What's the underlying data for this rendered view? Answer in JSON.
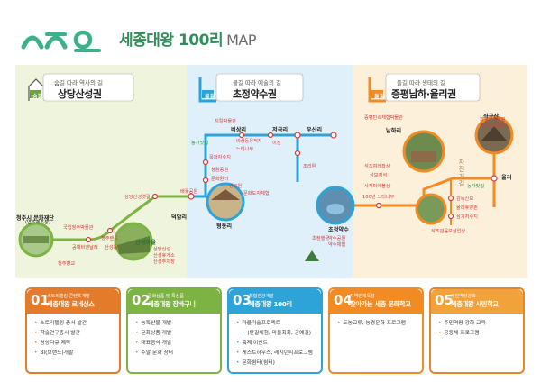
{
  "header": {
    "title": "세종대왕 100리",
    "map_word": "MAP"
  },
  "colors": {
    "brand_green": "#2f8f5b",
    "zone1": "#eef5dc",
    "zone2": "#dff0fa",
    "zone3": "#fdf0db",
    "route_green": "#7cb342",
    "route_blue": "#2ea3d8",
    "route_orange": "#f28b24",
    "label_red": "#d23b3b"
  },
  "zones": [
    {
      "tag": "숨길",
      "subtitle": "숨길 따라 역사의 길",
      "name": "상당산성권"
    },
    {
      "tag": "물길",
      "subtitle": "물길 따라 예술의 길",
      "name": "초정약수권"
    },
    {
      "tag": "들길",
      "subtitle": "들길 따라 생태의 길",
      "name": "증평남하·율리권"
    }
  ],
  "places": {
    "cheongju": "청주시 문화재단",
    "cheongju_sub": "(연초제조창)",
    "sandang": "산성마을",
    "deokgam": "덕암리",
    "hyeongdong": "형동리",
    "bisang": "비상리",
    "jeogok": "저곡리",
    "usan": "우산리",
    "chojeong": "초정약수",
    "namhari": "남하리",
    "jwagusan": "좌구산",
    "yulli": "율리",
    "jajeongeo": "자전거길"
  },
  "labels": {
    "z1": [
      "국립청주박물관",
      "공예비엔날레",
      "산성동",
      "청주랜드",
      "청주향교",
      "상당산성",
      "산성휴게소",
      "산성주차장",
      "상당산성옛길"
    ],
    "z2": [
      "지킬박물관",
      "비상동유적지",
      "느티나무",
      "이전",
      "청원공원",
      "문화원터",
      "경로원",
      "문화도자체험",
      "배꽃공원",
      "농가맛집",
      "목화자수지",
      "조리원"
    ],
    "z3": [
      "증평민속체험박물관",
      "석조여래좌상",
      "삼보지석",
      "사지미애불상",
      "100년 느티나무",
      "좌구산휴양림",
      "좌구산천문대",
      "농가맛집",
      "석조관음보살입상",
      "김득신묘",
      "율리휴양촌",
      "삼기저수지",
      "초정행궁",
      "약수공원",
      "약수체험"
    ]
  },
  "programs": [
    {
      "num": "01",
      "sub": "스토리텔링 콘텐츠개발",
      "title": "세종대왕 르네상스",
      "items": [
        "스토리텔링 총서 발간",
        "학술연구총서 발간",
        "영상다큐 제작",
        "BI(브랜드)개발"
      ]
    },
    {
      "num": "02",
      "sub": "문화상품 및 특산품",
      "title": "세종대왕 장바구니",
      "items": [
        "농특산물 개발",
        "문화상품 개발",
        "대표음식 개발",
        "주말 문화 장터"
      ]
    },
    {
      "num": "03",
      "sub": "체험관광개발",
      "title": "세종대왕 100리",
      "items": [
        "마을미술프로젝트",
        "(탄길체험, 마을회화, 공예길)",
        "축제 이벤트",
        "게스트하우스, 레지던시프로그램",
        "문화쉼터(쉼터)"
      ]
    },
    {
      "num": "04",
      "sub": "지역인재육성",
      "title": "찾아가는 세종 문화학교",
      "items": [
        "도농교류, 농경문화 프로그램"
      ]
    },
    {
      "num": "05",
      "sub": "주민역량강화",
      "title": "세종대왕 시민학교",
      "items": [
        "주민역량 강화 교육",
        "공동체 프로그램"
      ]
    }
  ]
}
